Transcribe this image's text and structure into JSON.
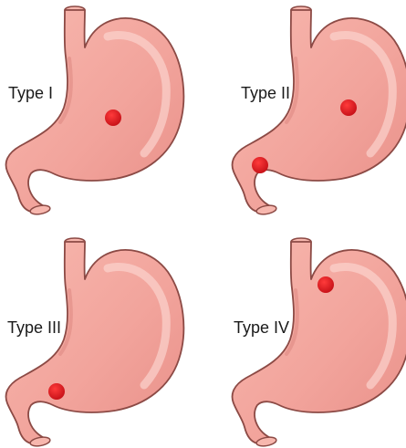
{
  "panels": [
    {
      "label": "Type I",
      "ulcer_site": "lesser curvature, gastric body"
    },
    {
      "label": "Type II",
      "ulcer_site": "gastric body plus pylorus/duodenum"
    },
    {
      "label": "Type III",
      "ulcer_site": "prepyloric"
    },
    {
      "label": "Type IV",
      "ulcer_site": "high lesser curvature near cardia"
    }
  ],
  "colors": {
    "stomach_fill": "#f2a49c",
    "stomach_outline": "#8c4a45",
    "highlight": "#f9c9c2",
    "ulcer": "#d4141b",
    "background": "#ffffff"
  },
  "icons": [
    "stomach-illustration",
    "ulcer-dot"
  ]
}
